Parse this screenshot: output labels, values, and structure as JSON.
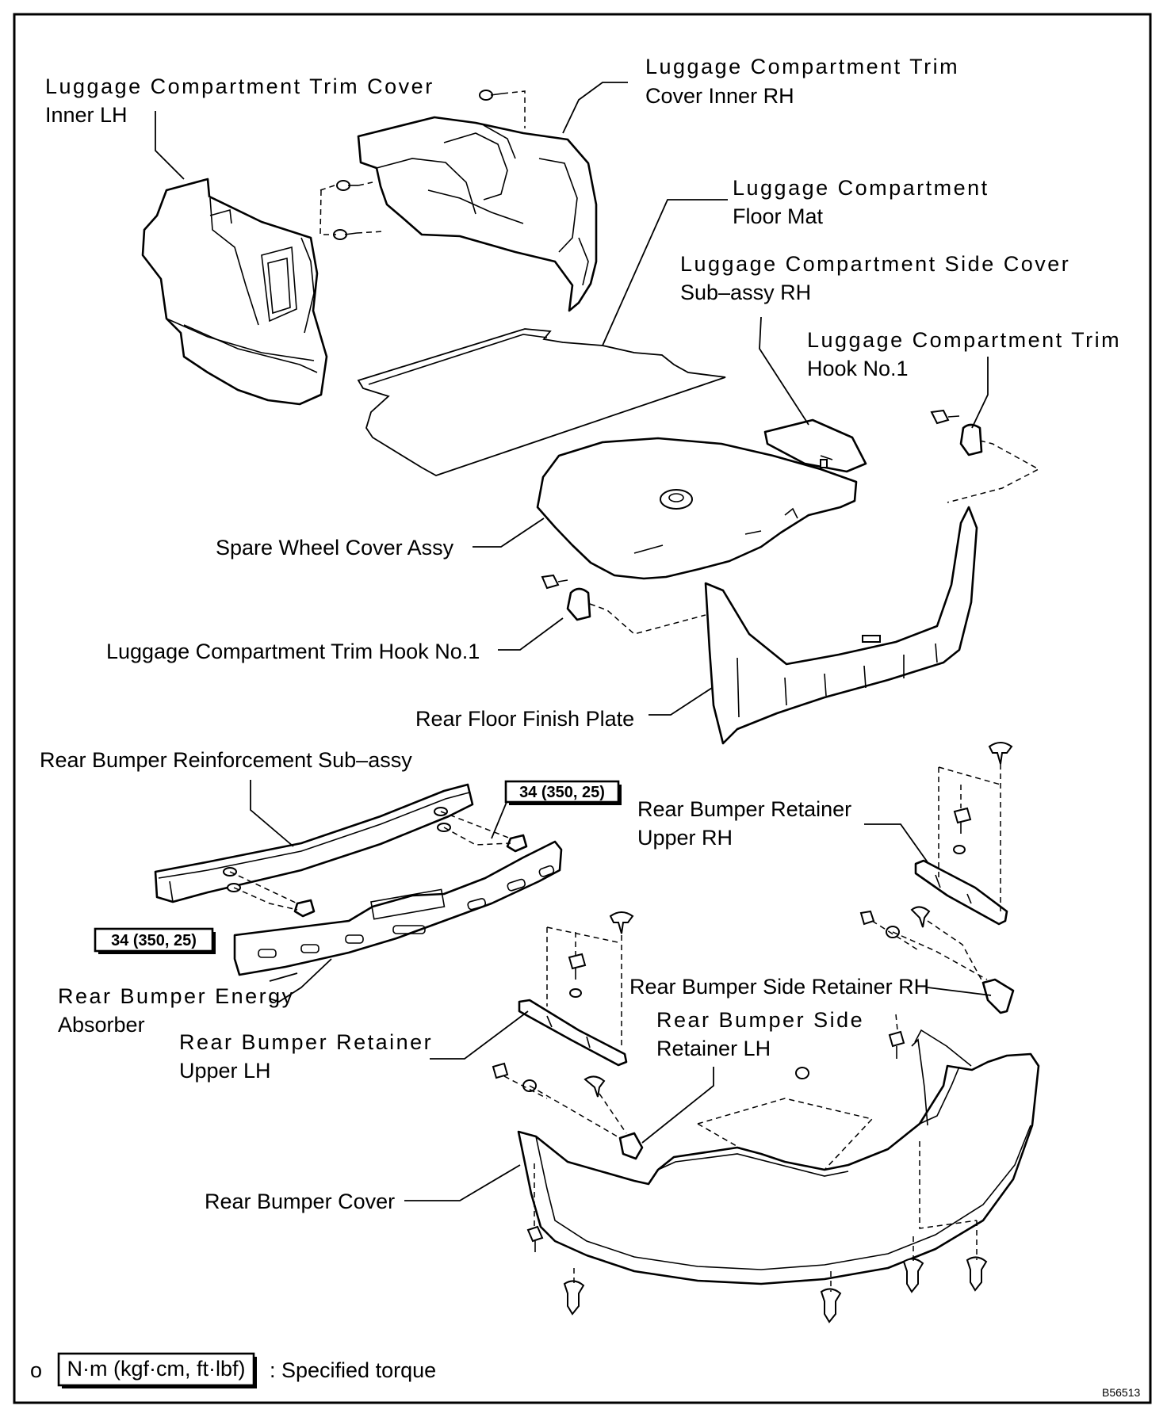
{
  "labels": {
    "trim_cover_lh_1": "Luggage Compartment Trim Cover",
    "trim_cover_lh_2": "Inner LH",
    "trim_cover_rh_1": "Luggage Compartment Trim",
    "trim_cover_rh_2": "Cover Inner RH",
    "floor_mat_1": "Luggage Compartment",
    "floor_mat_2": "Floor Mat",
    "side_cover_1": "Luggage Compartment Side Cover",
    "side_cover_2": "Sub–assy RH",
    "trim_hook_right_1": "Luggage Compartment Trim",
    "trim_hook_right_2": "Hook No.1",
    "spare_wheel_cover": "Spare Wheel Cover Assy",
    "trim_hook_left": "Luggage Compartment Trim Hook No.1",
    "rear_floor_plate": "Rear Floor Finish Plate",
    "reinforcement": "Rear Bumper Reinforcement Sub–assy",
    "retainer_upper_rh_1": "Rear Bumper Retainer",
    "retainer_upper_rh_2": "Upper RH",
    "energy_absorber_1": "Rear Bumper Energy",
    "energy_absorber_2": "Absorber",
    "side_retainer_rh": "Rear Bumper Side Retainer RH",
    "side_retainer_lh_1": "Rear Bumper Side",
    "side_retainer_lh_2": "Retainer LH",
    "retainer_upper_lh_1": "Rear Bumper Retainer",
    "retainer_upper_lh_2": "Upper LH",
    "bumper_cover": "Rear Bumper Cover"
  },
  "torque": {
    "upper": "34 (350, 25)",
    "lower": "34 (350, 25)"
  },
  "legend": {
    "marker": "o",
    "unit_box": "N·m (kgf·cm, ft·lbf)",
    "text": ": Specified torque"
  },
  "figure_id": "B56513"
}
